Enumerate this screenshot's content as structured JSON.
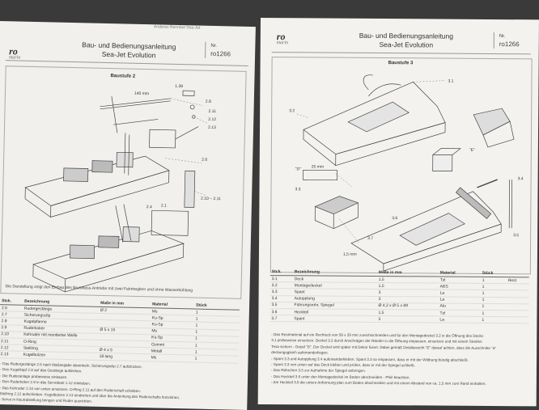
{
  "left_page": {
    "top_note": "Anderes Rennbot Sea-Jet",
    "logo": {
      "main": "ro",
      "sub": "marin"
    },
    "title_line1": "Bau- und Bedienungsanleitung",
    "title_line2": "Sea-Jet Evolution",
    "nr_label": "Nr.",
    "nr_value": "ro1266",
    "stage": "Baustufe 2",
    "caption": "Die Darstellung zeigt den Einbau des Brushless-Antriebs mit zwei Fahrtreglern und ohne Wasserkühlung",
    "callouts": {
      "c1": "1.39",
      "c2": "2.8",
      "c3": "2.11",
      "c4": "2.12",
      "c5": "2.13",
      "c6": "2.6",
      "c7": "2.10 ~ 2.11",
      "c8": "2.4",
      "c9": "2.1",
      "dim": "140 mm"
    },
    "table": {
      "headers": [
        "Stck.",
        "Bezeichnung",
        "Maße in mm",
        "Material",
        "Stück"
      ],
      "rows": [
        [
          "2.6",
          "Rudergestänge",
          "Ø 2",
          "Ms",
          "1"
        ],
        [
          "2.7",
          "Sicherungsclip",
          "",
          "Ku-Sp",
          "1"
        ],
        [
          "2.8",
          "Kugelpfanne",
          "",
          "Ku-Sp",
          "1"
        ],
        [
          "2.9",
          "Ruderkoker",
          "Ø 5 x 15",
          "Ms",
          "1"
        ],
        [
          "2.10",
          "Kehruder mit montierter Welle",
          "",
          "Ku-Sp",
          "1"
        ],
        [
          "2.11",
          "O-Ring",
          "",
          "Gummi",
          "1"
        ],
        [
          "2.12",
          "Stellring",
          "Ø 4 x 5",
          "Metall",
          "1"
        ],
        [
          "2.13",
          "Kugelbolzen",
          "18 lang",
          "Ms",
          "1"
        ]
      ]
    },
    "notes": [
      "- Das Rudergestänge 2.6 nach Maßangabe abwinkeln. Sicherungsclip 2.7 aufdrücken.",
      "- Den Kugelkopf 2.8 auf das Gestänge aufdrehen.",
      "- Die Ruderanlage probeweise einbauen.",
      "- Den Ruderkoker 2.9 in das Servoboot 1.12 einkleben.",
      "- Das Kehruder 2.10 von unten einsetzen. O-Ring 2.11 auf den Ruderschaft schieben.",
      "  Stellring 2.12 aufschieben. Kugelbolzen 2.13 eindrehen und über die Anlenkung des Ruderschafts festziehen.",
      "- Servo in Neutralstellung bringen und Ruder ausrichten."
    ]
  },
  "right_page": {
    "logo": {
      "main": "ro",
      "sub": "marin"
    },
    "title_line1": "Bau- und Bedienungsanleitung",
    "title_line2": "Sea-Jet Evolution",
    "nr_label": "Nr.",
    "nr_value": "ro1266",
    "stage": "Baustufe 3",
    "callouts": {
      "c1": "3.1",
      "c2": "3.2",
      "c3": "3.3",
      "c4": "3.4",
      "c5": "3.5",
      "c6": "3.6",
      "c7": "3.7",
      "c8": "\"D\"",
      "c9": "\"E\"",
      "dim1": "25 mm",
      "dim2": "1,5 mm"
    },
    "table": {
      "headers": [
        "Stck.",
        "Bezeichnung",
        "Maße in mm",
        "Material",
        "Stück"
      ],
      "rows": [
        [
          "3.1",
          "Deck",
          "1,5",
          "Tzl",
          "1",
          "Rest"
        ],
        [
          "3.2",
          "Montagedeckel",
          "1,5",
          "ABS",
          "1",
          ""
        ],
        [
          "3.3",
          "Spant",
          "3",
          "La",
          "1",
          ""
        ],
        [
          "3.4",
          "Autopplung",
          "3",
          "La",
          "1",
          ""
        ],
        [
          "3.5",
          "Führungsrohr, Spiegel",
          "Ø 4,2 x Ø 5 x 69",
          "Alu",
          "1",
          ""
        ],
        [
          "3.6",
          "Heckteil",
          "1,5",
          "Tzl",
          "1",
          ""
        ],
        [
          "3.7",
          "Spant",
          "3",
          "La",
          "1",
          ""
        ]
      ]
    },
    "notes": [
      "- Das Restmaterial auf ein Rechteck von 59 x 29 mm zurechtschneiden und für den Montagedeckel 3.2 in die Öffnung des Decks",
      "  3.1 probeweise einsetzen. Deckel 3.2 durch Anschrägen der Ränder in die Öffnung einpassen, einsetzen und mit einem Streifen",
      "  Tesa sichern - Detail \"D\". Der Deckel wird später mit Dekor fixiert. Dabei gemäß Detailansicht \"E\" darauf achten, dass die Ausschnitte \"a\"",
      "  deckungsgleich aufeinanderliegen.",
      "- Spant 3.3 und Autopplung 3.4 aufeinanderkleben. Spant 3.3 so einpassen, dass er mit der Wölbung bündig abschließt.",
      "- Spant 3.3 von unten auf das Deck kleben und prüfen, dass er mit der Spiegel schließt.",
      "- Das Röhrchen 3.5 zur Aufnahme der Spiegel anbringen.",
      "- Das Heckteil 3.6 unter den Montagedeckel im Boden abschneiden - Pfeil beachten.",
      "- Am Heckteil 3.6 die untere Anformung plan zum Boden abschneiden und mit einem Abstand von ca. 1,5 mm zum Rand einhalten."
    ]
  }
}
